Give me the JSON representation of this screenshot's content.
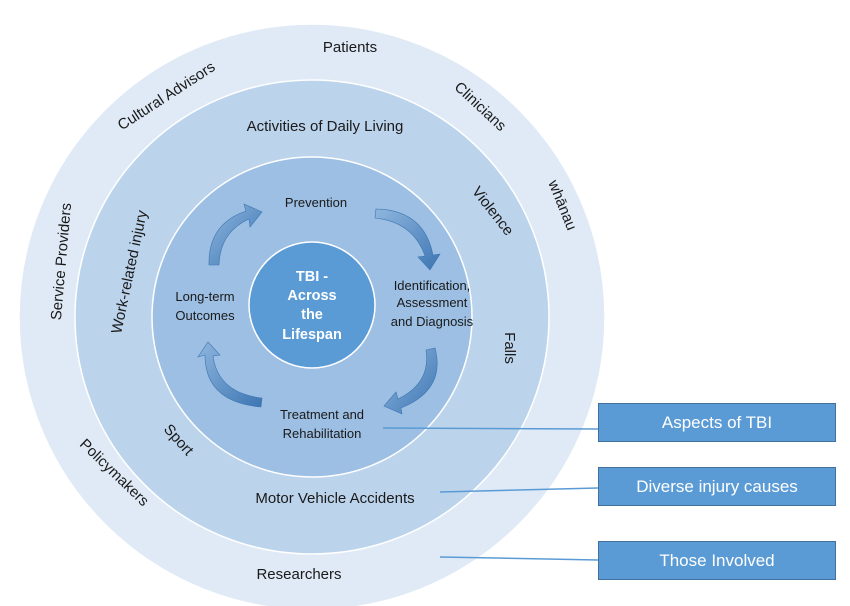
{
  "center": {
    "line1": "TBI -",
    "line2": "Across",
    "line3": "the",
    "line4": "Lifespan"
  },
  "aspects": {
    "prevention": "Prevention",
    "identification_line1": "Identification,",
    "identification_line2": "Assessment",
    "identification_line3": "and Diagnosis",
    "treatment_line1": "Treatment and",
    "treatment_line2": "Rehabilitation",
    "outcomes_line1": "Long-term",
    "outcomes_line2": "Outcomes"
  },
  "causes": {
    "adl": "Activities of Daily Living",
    "violence": "Violence",
    "falls": "Falls",
    "mva": "Motor Vehicle Accidents",
    "sport": "Sport",
    "work": "Work-related injury"
  },
  "involved": {
    "patients": "Patients",
    "clinicians": "Clinicians",
    "whanau": "whānau",
    "researchers": "Researchers",
    "policymakers": "Policymakers",
    "service_providers": "Service Providers",
    "cultural_advisors": "Cultural Advisors"
  },
  "legend": {
    "aspects": "Aspects of TBI",
    "causes": "Diverse injury causes",
    "involved": "Those Involved"
  },
  "colors": {
    "outer_ring": "#dfeaf6",
    "middle_ring": "#bcd3ec",
    "inner_ring": "#9cbfe3",
    "center": "#5b9bd5",
    "stroke": "#ffffff",
    "arrow": "#4f86c1",
    "legend": "#5b9bd5",
    "leader_line": "#5b9bd5"
  }
}
